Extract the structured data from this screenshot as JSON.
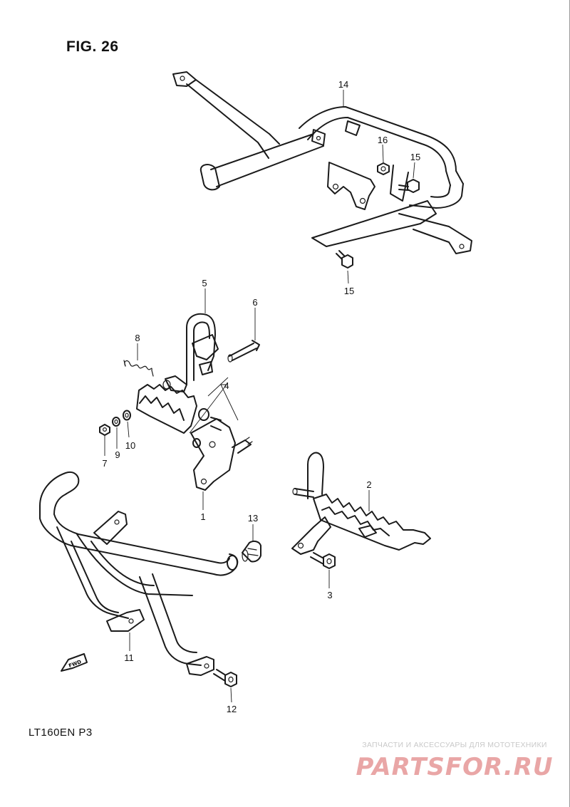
{
  "figure": {
    "title": "FIG. 26",
    "model_code": "LT160EN  P3",
    "fwd_label": "FWD"
  },
  "callouts": {
    "c1": "1",
    "c2": "2",
    "c3": "3",
    "c4": "4",
    "c5": "5",
    "c6": "6",
    "c7": "7",
    "c8": "8",
    "c9": "9",
    "c10": "10",
    "c11": "11",
    "c12": "12",
    "c13": "13",
    "c14": "14",
    "c15a": "15",
    "c15b": "15",
    "c16": "16"
  },
  "watermark": {
    "tagline": "ЗАПЧАСТИ И АКСЕССУАРЫ ДЛЯ МОТОТЕХНИКИ",
    "logo": "PARTSFOR.RU",
    "logo_color": "#e9a6a6",
    "tagline_color": "#c9c9c9"
  },
  "colors": {
    "line": "#1a1a1a",
    "background": "#ffffff"
  }
}
